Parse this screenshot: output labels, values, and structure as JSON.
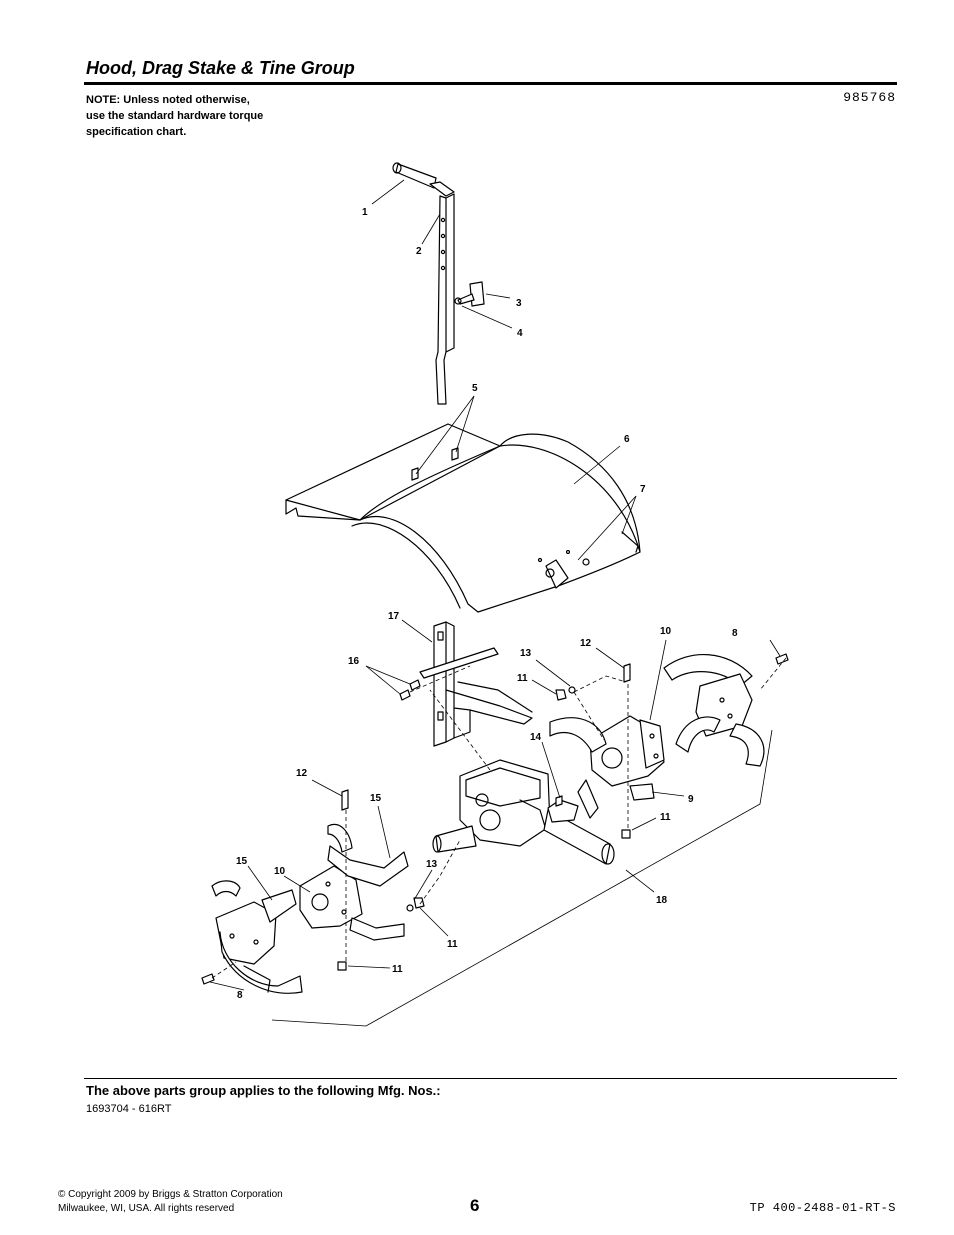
{
  "header": {
    "title": "Hood, Drag Stake & Tine Group",
    "note_line1": "NOTE: Unless noted otherwise,",
    "note_line2": "use the standard hardware torque",
    "note_line3": "specification chart.",
    "doc_number": "985768"
  },
  "callouts": [
    {
      "label": "1"
    },
    {
      "label": "2"
    },
    {
      "label": "3"
    },
    {
      "label": "4"
    },
    {
      "label": "5"
    },
    {
      "label": "6"
    },
    {
      "label": "7"
    },
    {
      "label": "8"
    },
    {
      "label": "10"
    },
    {
      "label": "12"
    },
    {
      "label": "13"
    },
    {
      "label": "11"
    },
    {
      "label": "17"
    },
    {
      "label": "16"
    },
    {
      "label": "14"
    },
    {
      "label": "9"
    },
    {
      "label": "11"
    },
    {
      "label": "12"
    },
    {
      "label": "15"
    },
    {
      "label": "15"
    },
    {
      "label": "10"
    },
    {
      "label": "13"
    },
    {
      "label": "18"
    },
    {
      "label": "11"
    },
    {
      "label": "11"
    },
    {
      "label": "8"
    }
  ],
  "footer": {
    "applies_heading": "The above parts group applies to the following Mfg. Nos.:",
    "mfg_numbers": "1693704 - 616RT",
    "copyright_line1": "© Copyright  2009 by Briggs & Stratton Corporation",
    "copyright_line2": "Milwaukee, WI, USA. All rights reserved",
    "page_number": "6",
    "tp_number": "TP 400-2488-01-RT-S"
  }
}
